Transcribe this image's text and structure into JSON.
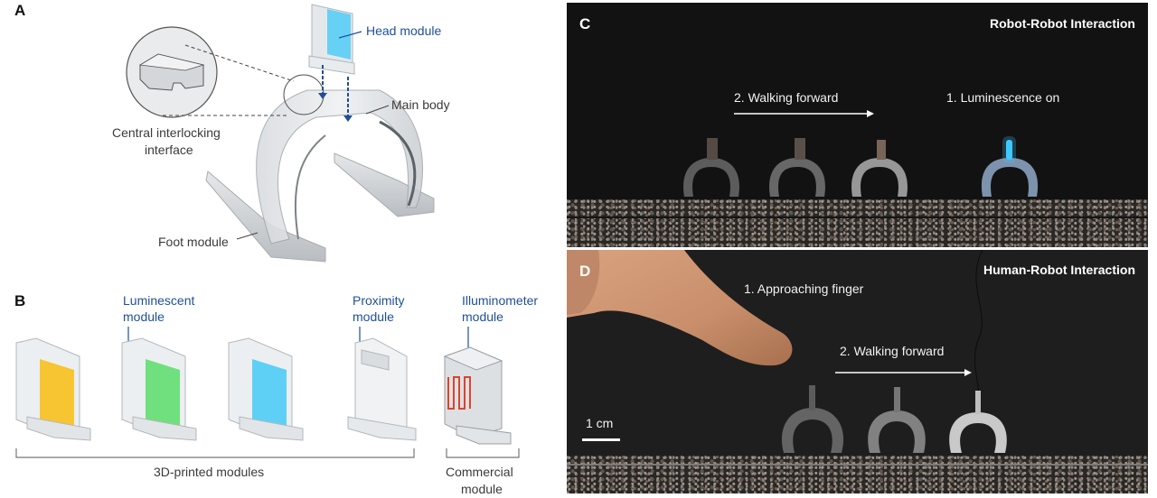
{
  "figure": {
    "panels": {
      "A": {
        "letter": "A",
        "labels": {
          "head_module": "Head module",
          "main_body": "Main body",
          "central_interface_line1": "Central interlocking",
          "central_interface_line2": "interface",
          "foot_module": "Foot module"
        },
        "colors": {
          "head_module_screen": "#5fd0f5",
          "arrow": "#1f4f98"
        }
      },
      "B": {
        "letter": "B",
        "modules": [
          {
            "name": "yellow-luminescent",
            "color": "#f7c531"
          },
          {
            "name": "green-luminescent",
            "color": "#6fe07d"
          },
          {
            "name": "blue-luminescent",
            "color": "#5fd0f5"
          },
          {
            "name": "proximity",
            "color": "#e8eef2"
          },
          {
            "name": "illuminometer",
            "color": "#d9452e"
          }
        ],
        "labels": {
          "luminescent_line1": "Luminescent",
          "luminescent_line2": "module",
          "proximity_line1": "Proximity",
          "proximity_line2": "module",
          "illuminometer_line1": "Illuminometer",
          "illuminometer_line2": "module",
          "group_3d": "3D-printed modules",
          "group_commercial_line1": "Commercial",
          "group_commercial_line2": "module"
        }
      },
      "C": {
        "letter": "C",
        "title": "Robot-Robot Interaction",
        "step2": "2. Walking forward",
        "step1": "1. Luminescence on",
        "glow_color": "#3fc8ff"
      },
      "D": {
        "letter": "D",
        "title": "Human-Robot Interaction",
        "step1": "1. Approaching finger",
        "step2": "2. Walking forward",
        "scale_bar": "1 cm"
      }
    }
  }
}
